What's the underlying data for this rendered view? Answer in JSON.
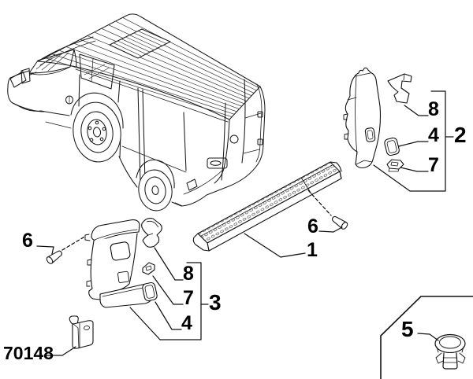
{
  "figure": {
    "type": "parts-catalog-exploded-diagram",
    "part_code": "70148",
    "colors": {
      "background": "#ffffff",
      "line": "#1a1a1a"
    },
    "callouts": [
      {
        "id": "step-sill-plate",
        "label": "1"
      },
      {
        "id": "right-trim-group",
        "label": "2"
      },
      {
        "id": "left-trim-group",
        "label": "3"
      },
      {
        "id": "right-pad",
        "label": "4"
      },
      {
        "id": "right-clip",
        "label": "7"
      },
      {
        "id": "right-bracket",
        "label": "8"
      },
      {
        "id": "left-bracket",
        "label": "8"
      },
      {
        "id": "left-clip",
        "label": "7"
      },
      {
        "id": "left-pad",
        "label": "4"
      },
      {
        "id": "screw-right",
        "label": "6"
      },
      {
        "id": "screw-left",
        "label": "6"
      },
      {
        "id": "push-pin-clip",
        "label": "5"
      }
    ]
  }
}
